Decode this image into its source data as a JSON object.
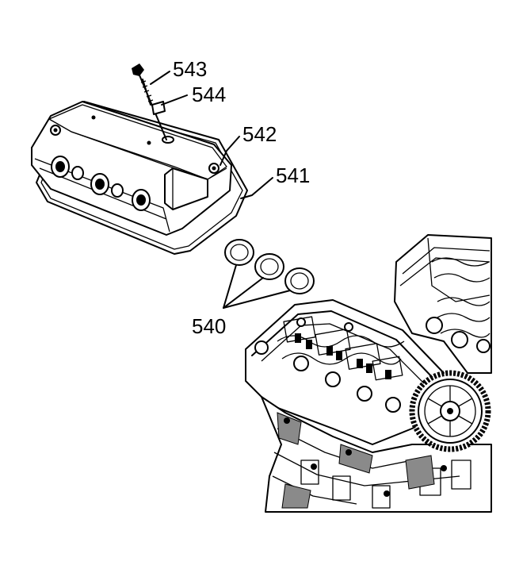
{
  "callouts": {
    "bolt": "543",
    "grommet": "544",
    "valve_cover": "542",
    "gasket": "541",
    "seals": "540"
  }
}
